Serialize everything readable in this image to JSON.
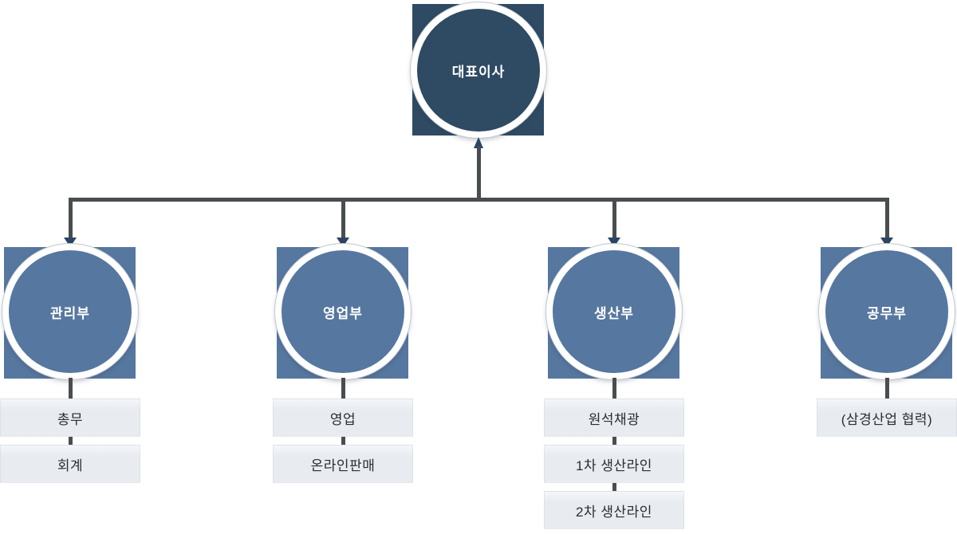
{
  "org_chart": {
    "root": {
      "label": "대표이사"
    },
    "departments": [
      {
        "label": "관리부",
        "children": [
          "총무",
          "회계"
        ]
      },
      {
        "label": "영업부",
        "children": [
          "영업",
          "온라인판매"
        ]
      },
      {
        "label": "생산부",
        "children": [
          "원석채광",
          "1차 생산라인",
          "2차 생산라인"
        ]
      },
      {
        "label": "공무부",
        "children": [
          "(삼경산업 협력)"
        ]
      }
    ],
    "colors": {
      "root_fill": "#2f4a63",
      "dept_fill": "#56779f",
      "connector": "#4a4d50",
      "arrow": "#2b4663",
      "child_box_bg": "#e8ebf0",
      "child_box_highlight": "#f4f6f9",
      "child_text": "#2b2d30",
      "ring": "#ffffff"
    }
  }
}
